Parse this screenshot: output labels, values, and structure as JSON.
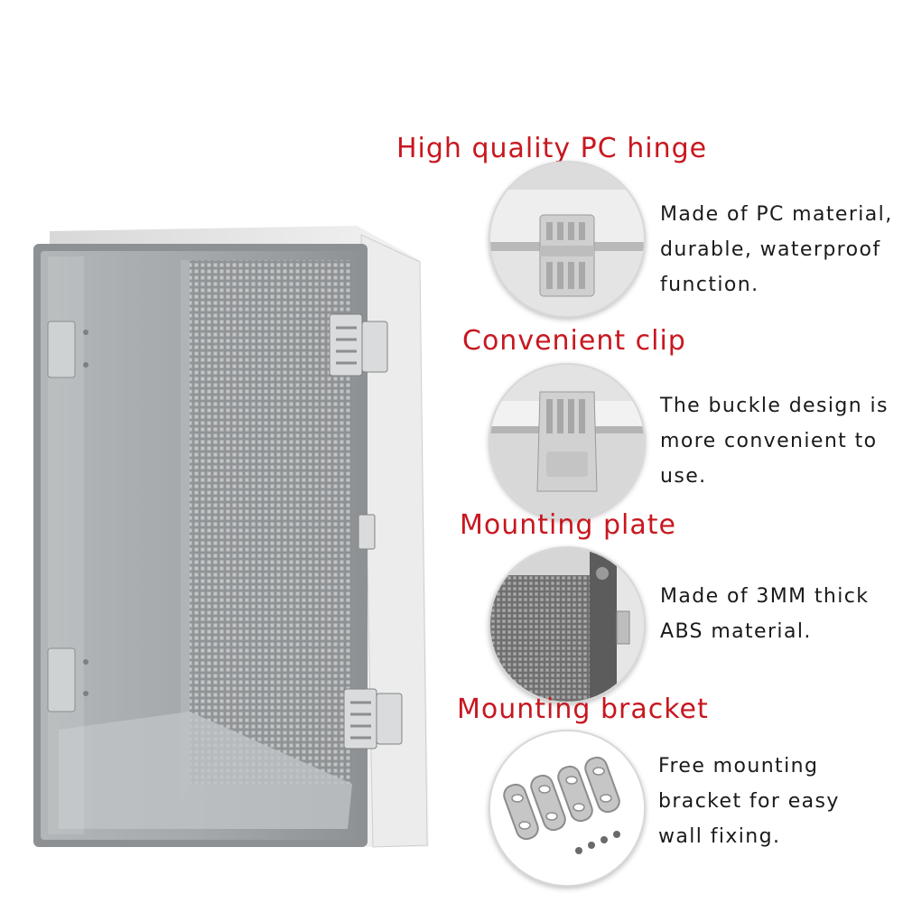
{
  "features": [
    {
      "heading": "High quality PC hinge",
      "lines": [
        "Made of PC material,",
        "durable, waterproof",
        "function."
      ],
      "thumb_icon": "hinge-icon"
    },
    {
      "heading": "Convenient clip",
      "lines": [
        "The buckle design is",
        "more convenient to",
        "use."
      ],
      "thumb_icon": "clip-icon"
    },
    {
      "heading": "Mounting plate",
      "lines": [
        "Made of 3MM thick",
        "ABS material."
      ],
      "thumb_icon": "mounting-plate-icon"
    },
    {
      "heading": "Mounting bracket",
      "lines": [
        "Free mounting",
        "bracket for easy",
        "wall fixing."
      ],
      "thumb_icon": "mounting-bracket-icon"
    }
  ],
  "colors": {
    "heading": "#c8171f",
    "text": "#1a1a1a",
    "enclosure_body": "#e9e9e9",
    "lid_tint": "#9ea3a6"
  }
}
